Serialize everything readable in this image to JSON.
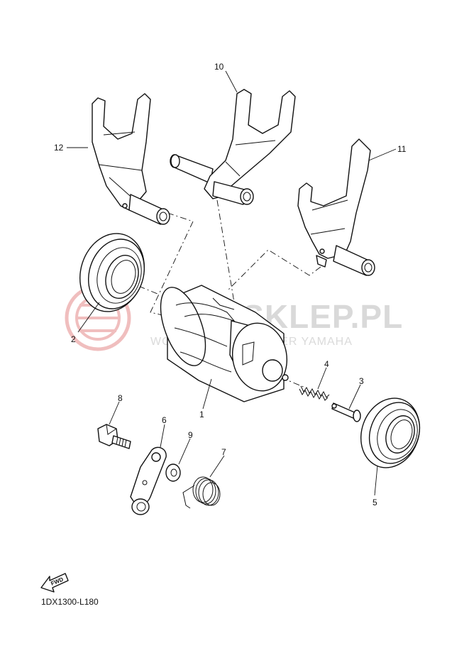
{
  "watermark": {
    "main": "MAXSKLEP.PL",
    "sub": "WORLD HONDA DEALER YAMAHA",
    "logo_color": "#e48a8a",
    "text_color": "#d9d9d9"
  },
  "diagram_code": "1DX1300-L180",
  "fwd_label": "FWD",
  "callouts": [
    {
      "id": "1",
      "label": "1",
      "part": "shift-cam"
    },
    {
      "id": "2",
      "label": "2",
      "part": "bearing"
    },
    {
      "id": "3",
      "label": "3",
      "part": "pin"
    },
    {
      "id": "4",
      "label": "4",
      "part": "spring"
    },
    {
      "id": "5",
      "label": "5",
      "part": "bearing"
    },
    {
      "id": "6",
      "label": "6",
      "part": "stopper-lever"
    },
    {
      "id": "7",
      "label": "7",
      "part": "torsion-spring"
    },
    {
      "id": "8",
      "label": "8",
      "part": "bolt"
    },
    {
      "id": "9",
      "label": "9",
      "part": "washer"
    },
    {
      "id": "10",
      "label": "10",
      "part": "shift-fork"
    },
    {
      "id": "11",
      "label": "11",
      "part": "shift-fork"
    },
    {
      "id": "12",
      "label": "12",
      "part": "shift-fork"
    }
  ]
}
